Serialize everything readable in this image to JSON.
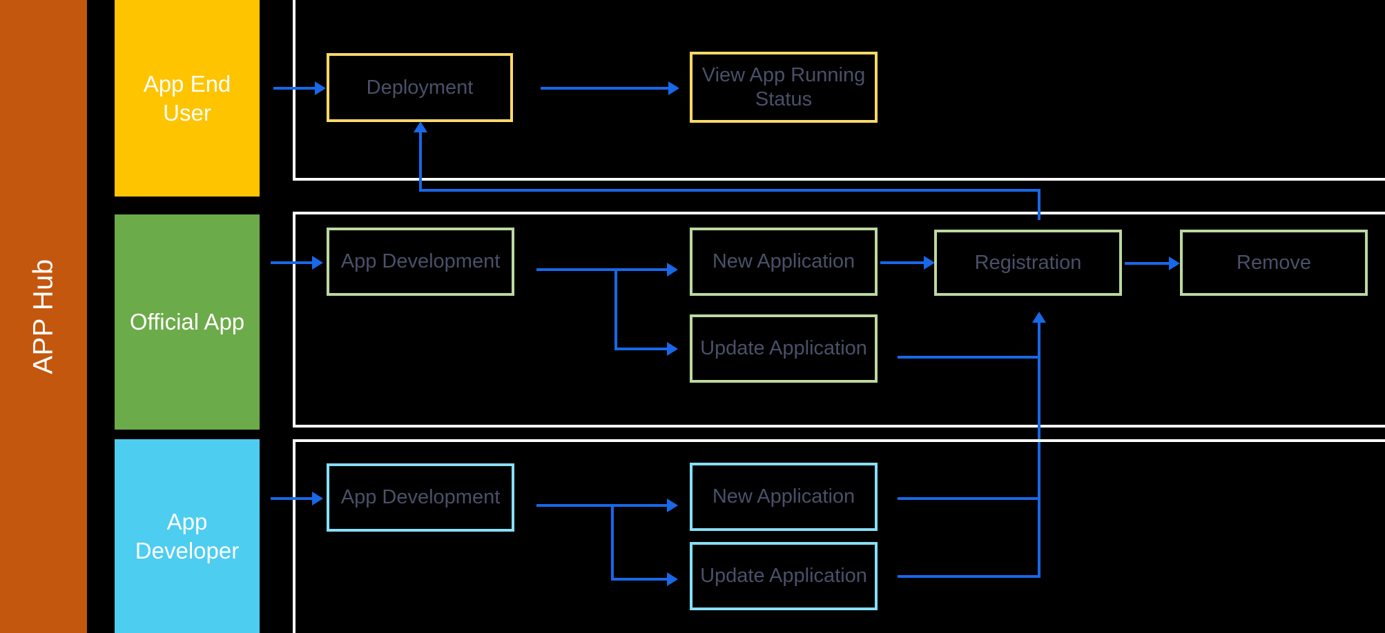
{
  "diagram": {
    "title": "APP Hub",
    "background_color": "#000000",
    "sidebar_color": "#c4570e",
    "connector_color": "#1868e8",
    "lane_border_color": "#ffffff",
    "node_text_color": "#4a5068"
  },
  "lanes": [
    {
      "id": "app-end-user",
      "actor_label": "App End\nUser",
      "actor_color": "#ffc400",
      "node_border_color": "#ffd966",
      "nodes": [
        {
          "id": "deployment",
          "label": "Deployment"
        },
        {
          "id": "view-app-running-status",
          "label": "View App Running\nStatus"
        }
      ]
    },
    {
      "id": "official-app",
      "actor_label": "Official App",
      "actor_color": "#6cab49",
      "node_border_color": "#bcd9a0",
      "nodes": [
        {
          "id": "official-app-development",
          "label": "App Development"
        },
        {
          "id": "official-new-application",
          "label": "New Application"
        },
        {
          "id": "official-update-application",
          "label": "Update Application"
        },
        {
          "id": "registration",
          "label": "Registration"
        },
        {
          "id": "remove",
          "label": "Remove"
        }
      ]
    },
    {
      "id": "app-developer",
      "actor_label": "App\nDeveloper",
      "actor_color": "#4dcdf0",
      "node_border_color": "#86dff5",
      "nodes": [
        {
          "id": "developer-app-development",
          "label": "App Development"
        },
        {
          "id": "developer-new-application",
          "label": "New Application"
        },
        {
          "id": "developer-update-application",
          "label": "Update Application"
        }
      ]
    }
  ],
  "flows": [
    {
      "from": "app-end-user",
      "to": "deployment"
    },
    {
      "from": "deployment",
      "to": "view-app-running-status"
    },
    {
      "from": "official-app",
      "to": "official-app-development"
    },
    {
      "from": "official-app-development",
      "to": "official-new-application"
    },
    {
      "from": "official-app-development",
      "to": "official-update-application"
    },
    {
      "from": "official-new-application",
      "to": "registration"
    },
    {
      "from": "registration",
      "to": "remove"
    },
    {
      "from": "official-update-application",
      "to": "registration"
    },
    {
      "from": "app-developer",
      "to": "developer-app-development"
    },
    {
      "from": "developer-app-development",
      "to": "developer-new-application"
    },
    {
      "from": "developer-app-development",
      "to": "developer-update-application"
    },
    {
      "from": "developer-new-application",
      "to": "registration"
    },
    {
      "from": "developer-update-application",
      "to": "registration"
    },
    {
      "from": "registration",
      "to": "deployment"
    }
  ]
}
